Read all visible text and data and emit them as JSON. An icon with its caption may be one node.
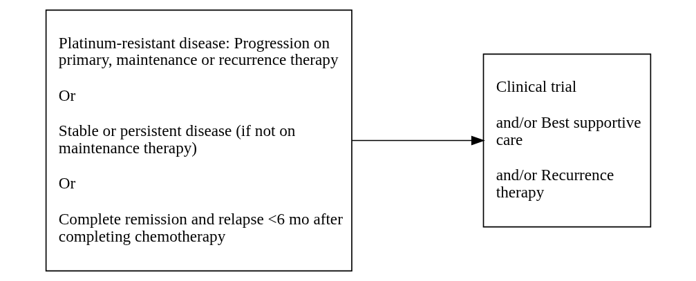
{
  "diagram": {
    "nodes": [
      {
        "text": [
          "Platinum-resistant disease: Progression on primary, maintenance or recurrence therapy",
          "Or",
          "Stable or persistent disease (if not on maintenance therapy)",
          "Or",
          "Complete remission and relapse <6 mo after completing chemotherapy"
        ]
      },
      {
        "text": [
          "Clinical trial",
          "and/or Best supportive care",
          "and/or Recurrence therapy"
        ]
      }
    ],
    "edges": [
      {
        "from": 0,
        "to": 1,
        "arrow": "to"
      }
    ]
  }
}
